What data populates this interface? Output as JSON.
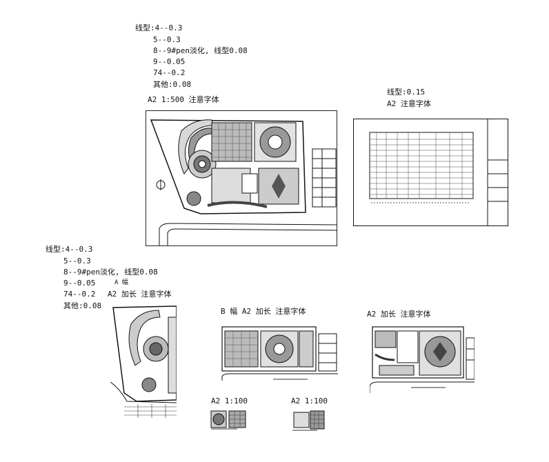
{
  "notes_top": {
    "lines": [
      "线型:4--0.3",
      "5--0.3",
      "8--9#pen淡化, 线型0.08",
      "9--0.05",
      "74--0.2",
      "其他:0.08"
    ]
  },
  "label_a2_1_500": "A2  1:500   注意字体",
  "notes_right": {
    "line1": "线型:0.15",
    "line2": "A2      注意字体"
  },
  "notes_left": {
    "lines": [
      "线型:4--0.3",
      "5--0.3",
      "8--9#pen淡化, 线型0.08",
      "9--0.05",
      "74--0.2",
      "其他:0.08"
    ],
    "a_fu": "A 幅",
    "a2_long": "A2 加长    注意字体"
  },
  "label_b_sheet": "B 幅      A2 加长     注意字体",
  "label_c_sheet": "A2 加长     注意字体",
  "label_scale_1": "A2 1:100",
  "label_scale_2": "A2 1:100"
}
